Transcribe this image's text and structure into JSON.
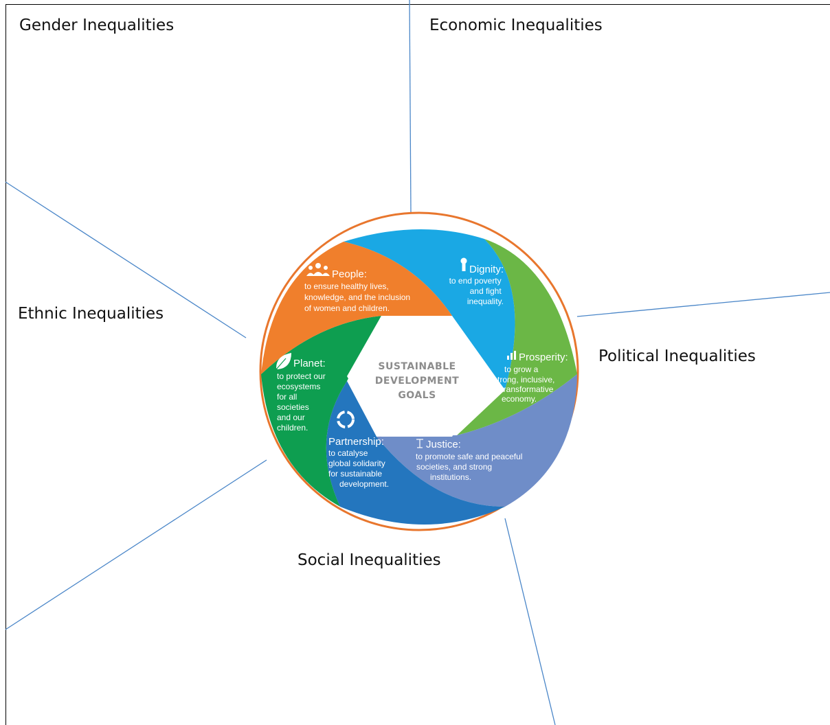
{
  "labels": {
    "gender": "Gender Inequalities",
    "economic": "Economic Inequalities",
    "ethnic": "Ethnic Inequalities",
    "political": "Political Inequalities",
    "social": "Social Inequalities"
  },
  "core": {
    "line1": "SUSTAINABLE",
    "line2": "DEVELOPMENT",
    "line3": "GOALS"
  },
  "segments": {
    "people": {
      "title": "People:",
      "lines": [
        "to ensure healthy lives,",
        "knowledge, and the inclusion",
        "of women and children."
      ],
      "color": "#f07f2c",
      "icon": "people-icon"
    },
    "dignity": {
      "title": "Dignity:",
      "lines": [
        "to end poverty",
        "and fight",
        "inequality."
      ],
      "color": "#1aa8e4",
      "icon": "keyhole-icon"
    },
    "prosperity": {
      "title": "Prosperity:",
      "lines": [
        "to grow a",
        "strong, inclusive,",
        "& transformative",
        "economy."
      ],
      "color": "#6bb746",
      "icon": "bar-chart-icon"
    },
    "justice": {
      "title": "Justice:",
      "lines": [
        "to promote safe and peaceful",
        "societies, and strong",
        "institutions."
      ],
      "color": "#6f8dc8",
      "icon": "scales-icon"
    },
    "partnership": {
      "title": "Partnership:",
      "lines": [
        "to catalyse",
        "global solidarity",
        "for sustainable",
        "development."
      ],
      "color": "#2476be",
      "icon": "cycle-arrows-icon"
    },
    "planet": {
      "title": "Planet:",
      "lines": [
        "to protect our",
        "ecosystems",
        "for all",
        "societies",
        "and our",
        "children."
      ],
      "color": "#0e9e50",
      "icon": "leaf-icon"
    }
  },
  "colors": {
    "ring": "#e8762d",
    "connector": "#4a86c8",
    "hexagon": "#ffffff"
  }
}
